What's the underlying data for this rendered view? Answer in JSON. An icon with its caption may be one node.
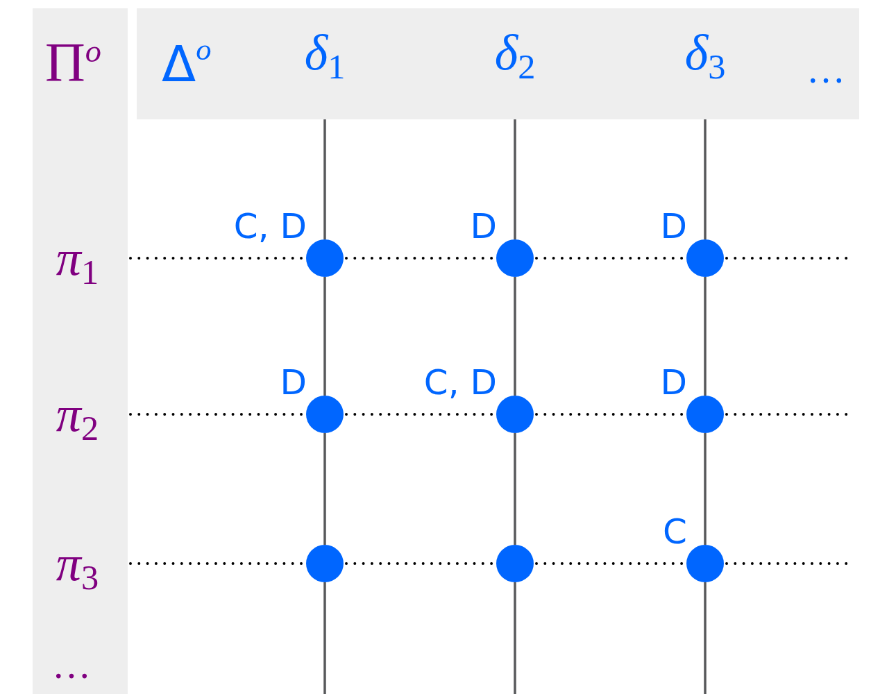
{
  "diagram": {
    "nodes": [
      {
        "text": [
          "Π$^{o}$",
          "…"
        ]
      },
      {
        "text": [
          "π$_{1}$"
        ],
        "in": 0
      },
      {
        "text": [
          "π$_{2}$"
        ],
        "in": 0
      },
      {
        "text": [
          "π$_{3}$"
        ],
        "in": 0
      },
      {
        "text": [
          "Δ$^{o}$",
          "…"
        ]
      },
      {
        "text": [
          "δ$_{1}$"
        ],
        "in": 4
      },
      {
        "text": [
          "δ$_{2}$"
        ],
        "in": 4
      },
      {
        "text": [
          "δ$_{3}$"
        ],
        "in": 4
      },
      {
        "text": [],
        "shape": "circle",
        "beside": [
          "C, D"
        ]
      },
      {
        "text": [],
        "shape": "circle",
        "beside": [
          "D"
        ]
      },
      {
        "text": [],
        "shape": "circle",
        "beside": [
          "D"
        ]
      },
      {
        "text": [],
        "shape": "circle",
        "beside": [
          "D"
        ]
      },
      {
        "text": [],
        "shape": "circle",
        "beside": [
          "C, D"
        ]
      },
      {
        "text": [],
        "shape": "circle",
        "beside": [
          "D"
        ]
      },
      {
        "text": [],
        "shape": "circle"
      },
      {
        "text": [],
        "shape": "circle"
      },
      {
        "text": [],
        "shape": "circle",
        "beside": [
          "C"
        ]
      }
    ],
    "edges": [
      {
        "from": 5,
        "to": 8,
        "arrow": "none"
      },
      {
        "from": 8,
        "to": 11,
        "arrow": "none"
      },
      {
        "from": 11,
        "to": 14,
        "arrow": "none"
      },
      {
        "from": 14,
        "to": null,
        "arrow": "none"
      },
      {
        "from": 6,
        "to": 9,
        "arrow": "none"
      },
      {
        "from": 9,
        "to": 12,
        "arrow": "none"
      },
      {
        "from": 12,
        "to": 15,
        "arrow": "none"
      },
      {
        "from": 15,
        "to": null,
        "arrow": "none"
      },
      {
        "from": 7,
        "to": 10,
        "arrow": "none"
      },
      {
        "from": 10,
        "to": 13,
        "arrow": "none"
      },
      {
        "from": 13,
        "to": 16,
        "arrow": "none"
      },
      {
        "from": 16,
        "to": null,
        "arrow": "none"
      },
      {
        "from": 1,
        "to": 8,
        "arrow": "none",
        "style": "dashed",
        "color": "#000000"
      },
      {
        "from": 8,
        "to": 9,
        "arrow": "none",
        "style": "dashed",
        "color": "#000000"
      },
      {
        "from": 9,
        "to": 10,
        "arrow": "none",
        "style": "dashed",
        "color": "#000000"
      },
      {
        "from": 10,
        "to": null,
        "arrow": "none",
        "style": "dashed",
        "color": "#000000"
      },
      {
        "from": 2,
        "to": 11,
        "arrow": "none",
        "style": "dashed",
        "color": "#000000"
      },
      {
        "from": 11,
        "to": 12,
        "arrow": "none",
        "style": "dashed",
        "color": "#000000"
      },
      {
        "from": 12,
        "to": 13,
        "arrow": "none",
        "style": "dashed",
        "color": "#000000"
      },
      {
        "from": 13,
        "to": null,
        "arrow": "none",
        "style": "dashed",
        "color": "#000000"
      },
      {
        "from": 3,
        "to": 14,
        "arrow": "none",
        "style": "dashed",
        "color": "#000000"
      },
      {
        "from": 14,
        "to": 15,
        "arrow": "none",
        "style": "dashed",
        "color": "#000000"
      },
      {
        "from": 15,
        "to": 16,
        "arrow": "none",
        "style": "dashed",
        "color": "#000000"
      },
      {
        "from": 16,
        "to": null,
        "arrow": "none",
        "style": "dashed",
        "color": "#000000"
      }
    ]
  }
}
